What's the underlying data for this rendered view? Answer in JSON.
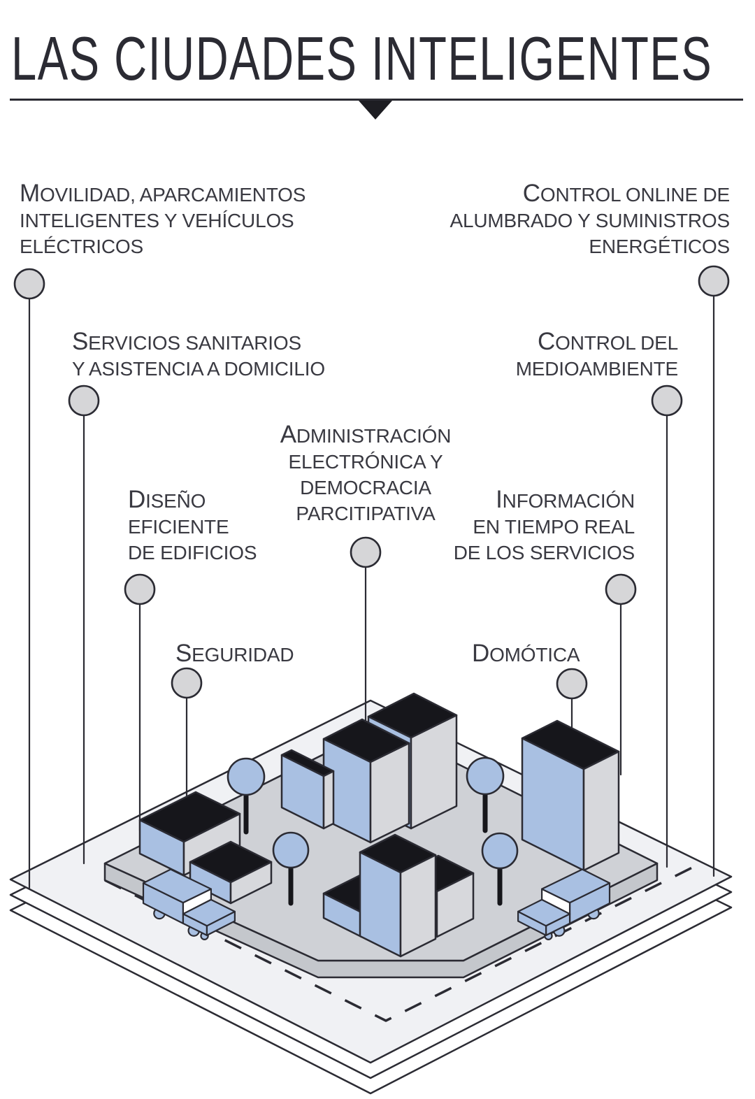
{
  "title": "LAS CIUDADES INTELIGENTES",
  "labels": [
    {
      "id": "movilidad",
      "text": "MOVILIDAD, APARCAMIENTOS\nINTELIGENTES Y VEHÍCULOS\nELÉCTRICOS"
    },
    {
      "id": "control-online",
      "text": "CONTROL ONLINE DE\nALUMBRADO Y SUMINISTROS\nENERGÉTICOS"
    },
    {
      "id": "servicios",
      "text": "SERVICIOS SANITARIOS\nY ASISTENCIA A DOMICILIO"
    },
    {
      "id": "medioambiente",
      "text": "CONTROL DEL\nMEDIOAMBIENTE"
    },
    {
      "id": "administracion",
      "text": "ADMINISTRACIÓN\nELECTRÓNICA Y\nDEMOCRACIA\nPARCITIPATIVA"
    },
    {
      "id": "diseno",
      "text": "DISEÑO\nEFICIENTE\nDE EDIFICIOS"
    },
    {
      "id": "informacion",
      "text": "INFORMACIÓN\nEN TIEMPO REAL\nDE LOS SERVICIOS"
    },
    {
      "id": "seguridad",
      "text": "SEGURIDAD"
    },
    {
      "id": "domotica",
      "text": "DOMÓTICA"
    }
  ],
  "illustration": {
    "description": "isometric smart-city block",
    "building_count": 9,
    "tree_count": 4,
    "car_count": 2,
    "platform_sheets": 3
  },
  "colors": {
    "title": "#2b2b33",
    "label_text": "#393941",
    "outline": "#2b2b33",
    "pin_fill": "#d6d6d8",
    "building_blue": "#a9c0e2",
    "building_gray": "#d7d8dc",
    "roof_black": "#16161b",
    "block_top": "#cfd1d6",
    "block_side": "#c4c7cc",
    "ground": "#f0f1f4"
  }
}
